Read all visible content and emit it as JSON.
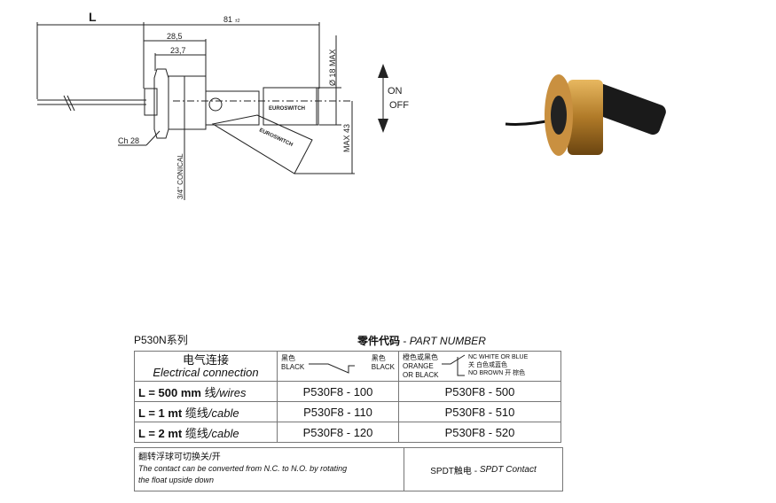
{
  "drawing": {
    "label_L": "L",
    "dim_total": "81",
    "dim_total_tol": "±2",
    "dim_285": "28,5",
    "dim_237": "23,7",
    "dim_dia": "Ø 18 MAX",
    "dim_max43": "MAX 43",
    "hex": "Ch 28",
    "thread": "3/4\"  CONICAL",
    "brand": "EUROSWITCH",
    "on": "ON",
    "off": "OFF"
  },
  "series_title": "P530N系列",
  "part_number_title_cn": "零件代码",
  "part_number_title_en": "PART NUMBER",
  "header": {
    "cn": "电气连接",
    "en": "Electrical connection",
    "col1_left_cn": "黑色",
    "col1_left_en": "BLACK",
    "col1_right_cn": "黑色",
    "col1_right_en": "BLACK",
    "col2_left_cn": "橙色或黑色",
    "col2_left_en1": "ORANGE",
    "col2_left_en2": "OR BLACK",
    "col2_nc": "NC WHITE OR BLUE",
    "col2_nc_cn": "关  白色或蓝色",
    "col2_no": "NO BROWN 开  棕色"
  },
  "rows": [
    {
      "len": "L = 500 mm",
      "cn": "线",
      "en": "/wires",
      "p1": "P530F8 - 100",
      "p2": "P530F8 - 500"
    },
    {
      "len": "L = 1 mt",
      "cn": "缆线",
      "en": "/cable",
      "p1": "P530F8 - 110",
      "p2": "P530F8 - 510"
    },
    {
      "len": "L = 2 mt",
      "cn": "缆线",
      "en": "/cable",
      "p1": "P530F8 - 120",
      "p2": "P530F8 - 520"
    }
  ],
  "note": {
    "cn": "翻转浮球可切换关/开",
    "en1": "The contact can be converted from N.C. to N.O. by rotating",
    "en2": "the float upside down",
    "contact_cn": "SPDT触电 - ",
    "contact_en": "SPDT Contact"
  }
}
